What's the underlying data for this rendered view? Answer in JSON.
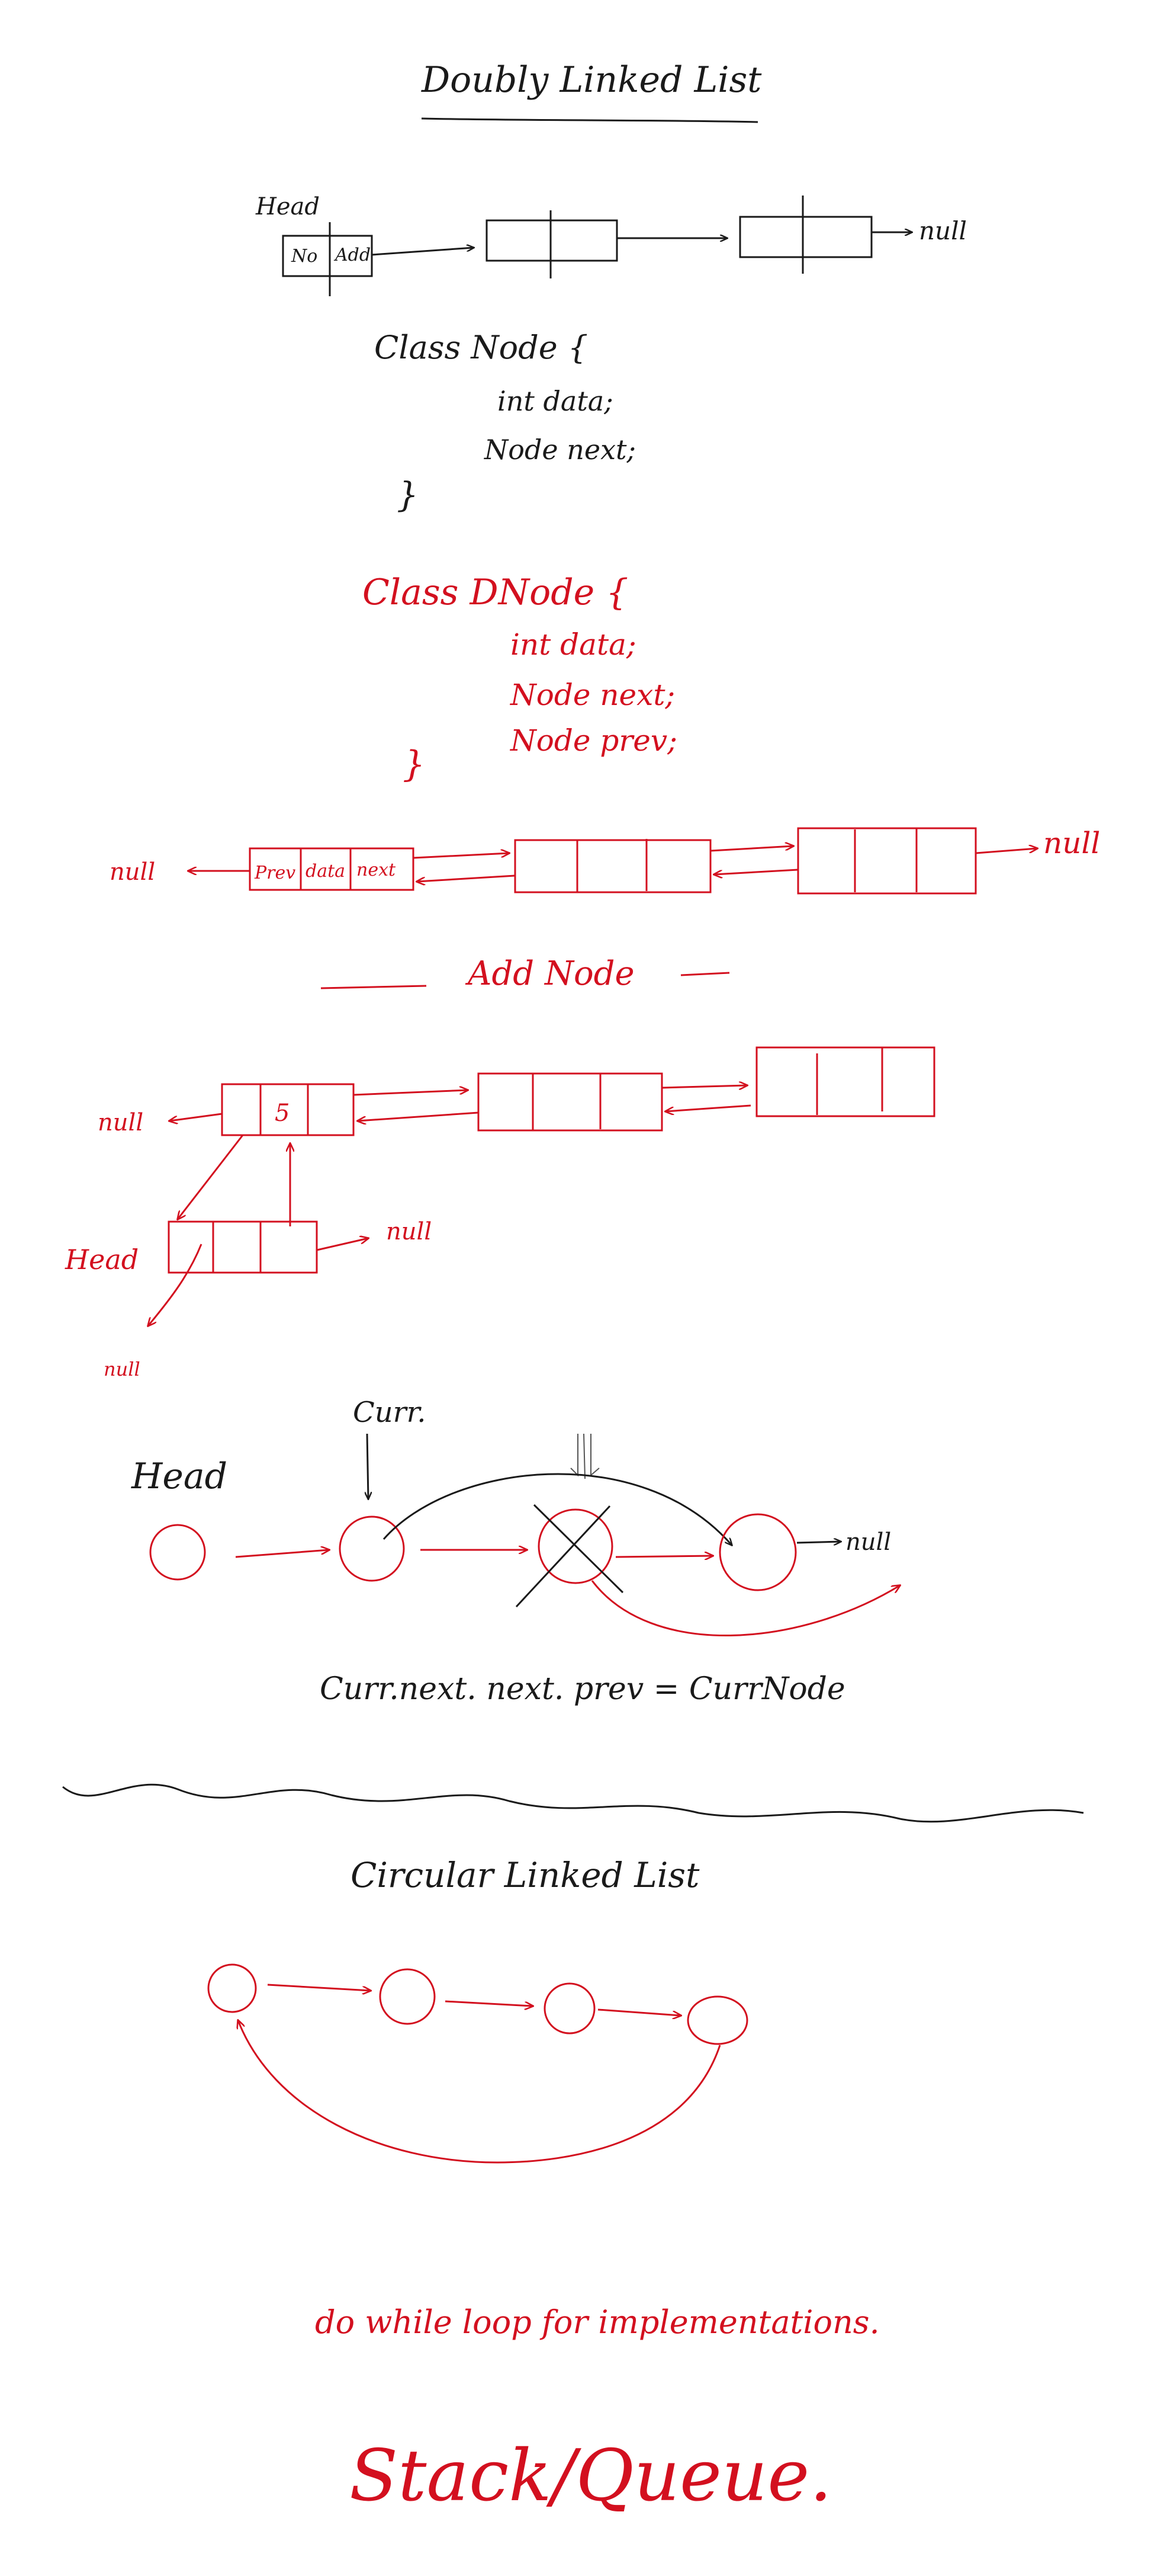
{
  "colors": {
    "ink": "#1a1a1a",
    "red": "#d3101f",
    "background": "#ffffff"
  },
  "title": "Doubly Linked List",
  "singly": {
    "head_label": "Head",
    "cell1": "No",
    "cell2": "Add",
    "null_label": "null"
  },
  "node_class": {
    "line1": "Class  Node {",
    "line2": "int data;",
    "line3": "Node next;",
    "line4": "}"
  },
  "dnode_class": {
    "line1": "Class  DNode {",
    "line2": "int data;",
    "line3": "Node  next;",
    "line4": "Node   prev;",
    "line5": "}"
  },
  "doubly": {
    "left_null": "null",
    "cell_prev": "Prev",
    "cell_data": "data",
    "cell_next": "next",
    "right_null": "null"
  },
  "add_node": {
    "heading": "Add Node",
    "left_null": "null",
    "value": "5",
    "head_label": "Head",
    "null_bottom": "null",
    "null_right": "null"
  },
  "delete": {
    "curr_label": "Curr.",
    "head_label": "Head",
    "null_label": "null",
    "formula": "Curr.next. next. prev =  CurrNode"
  },
  "circular": {
    "title": "Circular Linked List"
  },
  "notes": {
    "do_while": "do while loop for implementations.",
    "stack_queue": "Stack/Queue."
  }
}
